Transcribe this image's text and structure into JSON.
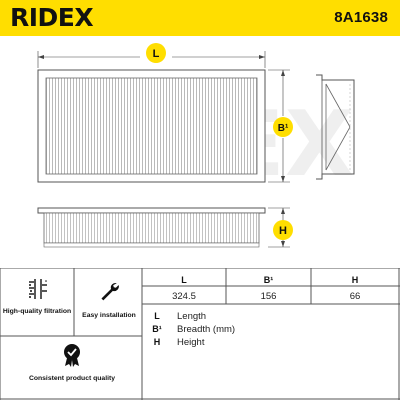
{
  "header": {
    "brand": "RIDEX",
    "part_number": "8A1638",
    "background_color": "#ffde00"
  },
  "drawing": {
    "labels": {
      "length": "L",
      "breadth": "B¹",
      "height": "H"
    }
  },
  "features": [
    {
      "icon": "filtration-icon",
      "label": "High-quality filtration"
    },
    {
      "icon": "wrench-icon",
      "label": "Easy installation"
    },
    {
      "icon": "quality-badge-icon",
      "label": "Consistent product quality"
    }
  ],
  "dimensions_table": {
    "headers": [
      "L",
      "B¹",
      "H"
    ],
    "values": [
      "324.5",
      "156",
      "66"
    ]
  },
  "legend": [
    {
      "key": "L",
      "text": "Length"
    },
    {
      "key": "B¹",
      "text": "Breadth (mm)"
    },
    {
      "key": "H",
      "text": "Height"
    }
  ]
}
